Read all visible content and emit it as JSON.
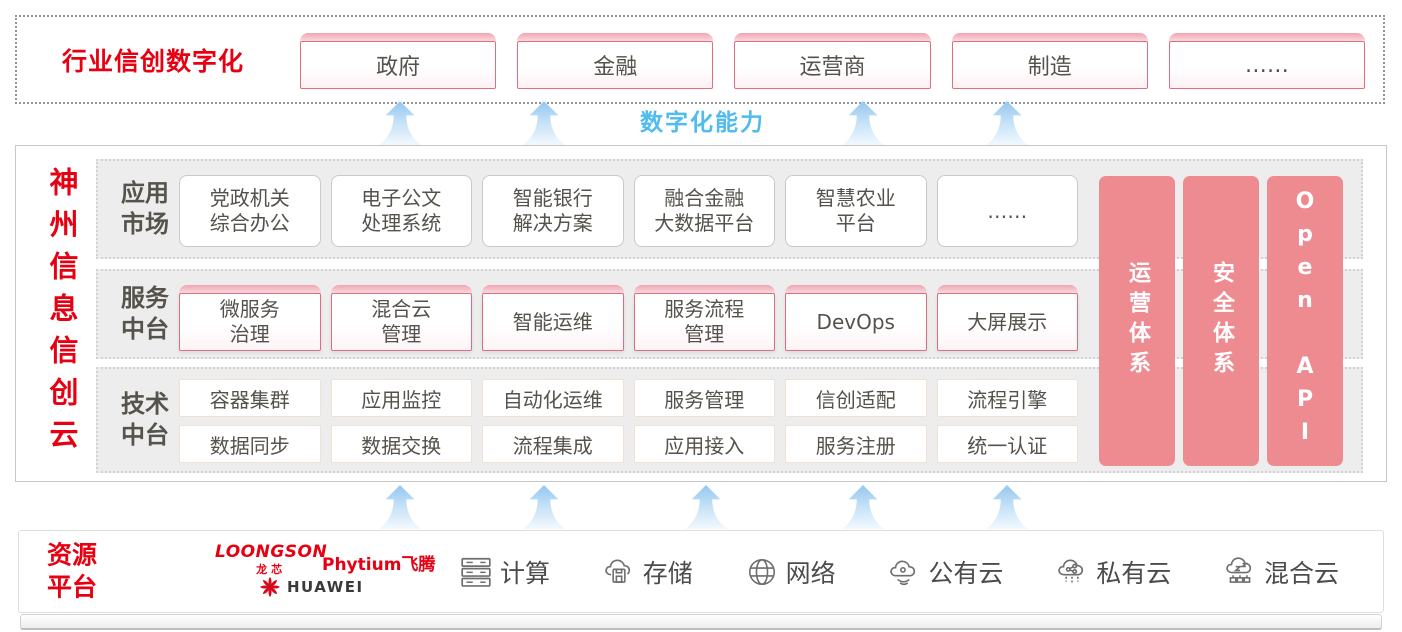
{
  "top_section": {
    "title": "行业信创数字化",
    "industries": [
      "政府",
      "金融",
      "运营商",
      "制造",
      "……"
    ]
  },
  "capability": {
    "label": "数字化能力"
  },
  "main_section": {
    "vertical_title": "神州信息信创云",
    "app_row": {
      "label": "应用\n市场",
      "items": [
        "党政机关\n综合办公",
        "电子公文\n处理系统",
        "智能银行\n解决方案",
        "融合金融\n大数据平台",
        "智慧农业\n平台",
        "……"
      ]
    },
    "service_row": {
      "label": "服务\n中台",
      "items": [
        "微服务\n治理",
        "混合云\n管理",
        "智能运维",
        "服务流程\n管理",
        "DevOps",
        "大屏展示"
      ]
    },
    "tech_row": {
      "label": "技术\n中台",
      "row1": [
        "容器集群",
        "应用监控",
        "自动化运维",
        "服务管理",
        "信创适配",
        "流程引擎"
      ],
      "row2": [
        "数据同步",
        "数据交换",
        "流程集成",
        "应用接入",
        "服务注册",
        "统一认证"
      ]
    },
    "side_bars": [
      "运营体系",
      "安全体系",
      "Open API"
    ]
  },
  "resource_section": {
    "label": "资源\n平台",
    "vendors": {
      "loongson": "LOONGSON",
      "loongson_cn": "龙芯",
      "phytium": "Phytium飞腾",
      "huawei": "HUAWEI"
    },
    "items": [
      {
        "icon": "server-icon",
        "label": "计算"
      },
      {
        "icon": "storage-icon",
        "label": "存储"
      },
      {
        "icon": "network-icon",
        "label": "网络"
      },
      {
        "icon": "public-cloud-icon",
        "label": "公有云"
      },
      {
        "icon": "private-cloud-icon",
        "label": "私有云"
      },
      {
        "icon": "hybrid-cloud-icon",
        "label": "混合云"
      }
    ]
  },
  "colors": {
    "accent_red": "#e60012",
    "salmon_bar": "#ee8b91",
    "capability_blue": "#4fbbee",
    "box_border_pink": "#dd6d82"
  }
}
